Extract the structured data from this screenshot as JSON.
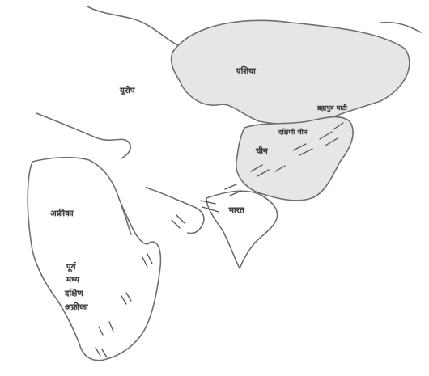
{
  "map": {
    "colors": {
      "coastline": "#6f6f6f",
      "shading": "#e6e6e6",
      "route": "#555555",
      "label": "#3a3a3a"
    },
    "labels": {
      "region_north_center": "यूरोप",
      "region_northeast": "एशिया",
      "northeast_corner": "ब्रह्मपुत्र घाटी",
      "east_small_label": "दक्षिणी चीन",
      "east_block": "चीन",
      "south_center": "भारत",
      "west_large": "अफ्रीका",
      "west_list_1": "पूर्व",
      "west_list_2": "मध्य",
      "west_list_3": "दक्षिण",
      "west_list_4": "अफ्रीका"
    }
  }
}
